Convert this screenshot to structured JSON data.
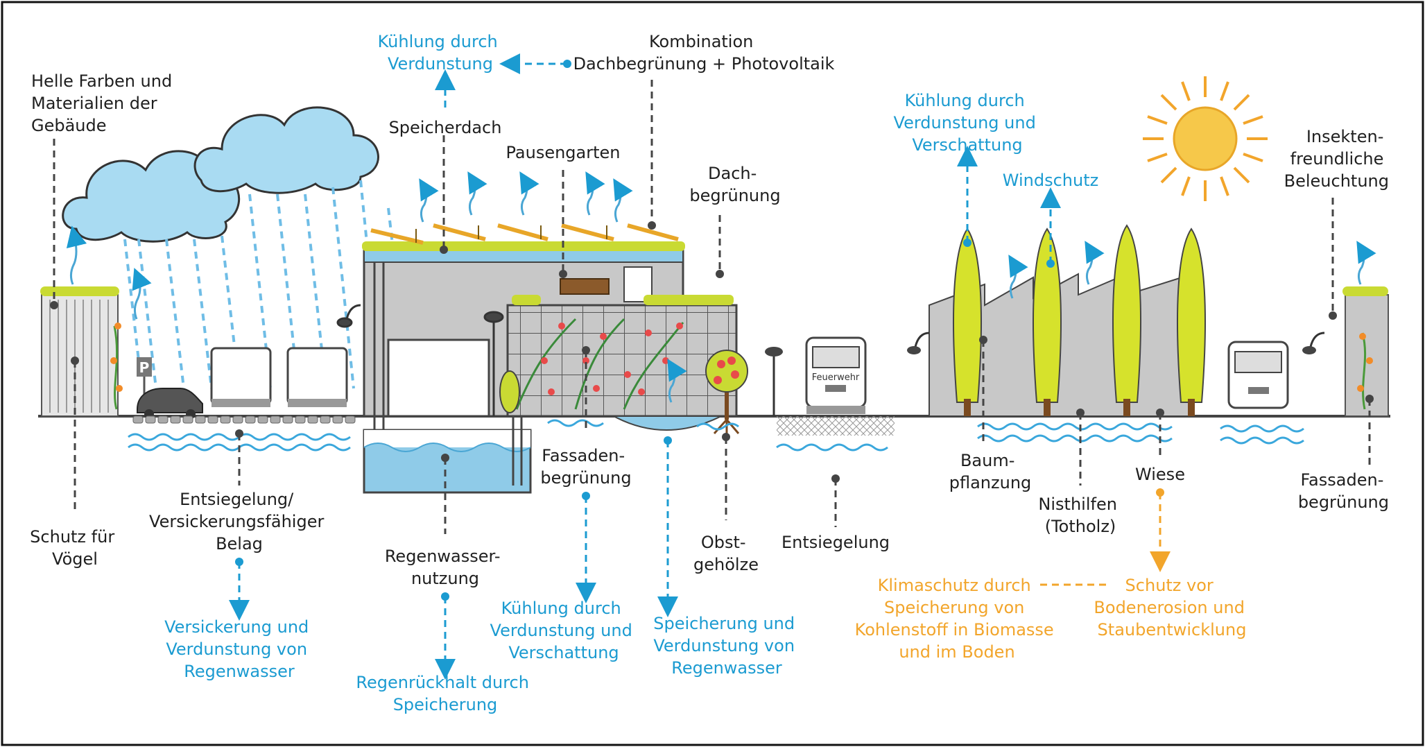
{
  "colors": {
    "black_label": "#1f1f1f",
    "blue_label": "#1b9bd1",
    "orange_label": "#f2a52b",
    "building": "#c8c8c8",
    "water": "#8fcbe8",
    "greenery": "#c9da33",
    "ground": "#444444"
  },
  "labels": {
    "helle_farben": [
      "Helle Farben und",
      "Materialien der",
      "Gebäude"
    ],
    "schutz_voegel": [
      "Schutz für",
      "Vögel"
    ],
    "entsiegelung_belag": [
      "Entsiegelung/",
      "Versickerungsfähiger",
      "Belag"
    ],
    "versickerung": [
      "Versickerung und",
      "Verdunstung von",
      "Regenwasser"
    ],
    "kuehlung_top": [
      "Kühlung durch",
      "Verdunstung"
    ],
    "kombination": [
      "Kombination",
      "Dachbegrünung + Photovoltaik"
    ],
    "speicherdach": "Speicherdach",
    "pausengarten": "Pausengarten",
    "dachbegruenung": [
      "Dach-",
      "begrünung"
    ],
    "regenwassernutzung": [
      "Regenwasser-",
      "nutzung"
    ],
    "regenrueckhalt": [
      "Regenrückhalt durch",
      "Speicherung"
    ],
    "fassadenbegruenung_mid": [
      "Fassaden-",
      "begrünung"
    ],
    "kuehlung_mid": [
      "Kühlung durch",
      "Verdunstung und",
      "Verschattung"
    ],
    "speicherung_mid": [
      "Speicherung und",
      "Verdunstung von",
      "Regenwasser"
    ],
    "obstgehoelze": [
      "Obst-",
      "gehölze"
    ],
    "entsiegelung": "Entsiegelung",
    "kuehlung_right": [
      "Kühlung durch",
      "Verdunstung und",
      "Verschattung"
    ],
    "windschutz": "Windschutz",
    "baumpflanzung": [
      "Baum-",
      "pflanzung"
    ],
    "nisthilfen": [
      "Nisthilfen",
      "(Totholz)"
    ],
    "wiese": "Wiese",
    "klimaschutz": [
      "Klimaschutz durch",
      "Speicherung von",
      "Kohlenstoff in Biomasse",
      "und im Boden"
    ],
    "schutz_bodenerosion": [
      "Schutz vor",
      "Bodenerosion und",
      "Staubentwicklung"
    ],
    "insekten": [
      "Insekten-",
      "freundliche",
      "Beleuchtung"
    ],
    "fassadenbegruenung_right": [
      "Fassaden-",
      "begrünung"
    ],
    "feuerwehr": "Feuerwehr",
    "parking_sign": "P"
  }
}
